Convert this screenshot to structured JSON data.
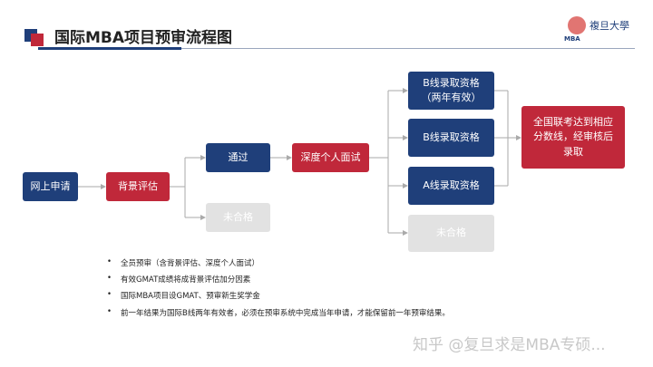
{
  "header": {
    "title": "国际MBA项目预审流程图",
    "logo_text": "复旦大学 MBA"
  },
  "flow": {
    "apply": "网上申请",
    "background": "背景评估",
    "pass": "通过",
    "fail1": "未合格",
    "interview": "深度个人面试",
    "b_two_year": "B线录取资格（两年有效）",
    "b_line": "B线录取资格",
    "a_line": "A线录取资格",
    "fail2": "未合格",
    "final": "全国联考达到相应分数线，经审核后录取"
  },
  "notes": [
    "全员预审（含背景评估、深度个人面试）",
    "有效GMAT成绩将成背景评估加分因素",
    "国际MBA项目设GMAT、预审新生奖学金",
    "前一年结果为国际B线两年有效者，必须在预审系统中完成当年申请，才能保留前一年预审结果。"
  ],
  "watermark": "知乎 @复旦求是MBA专硕...",
  "colors": {
    "blue": "#1f3f7a",
    "red": "#c0283a",
    "gray": "#e2e2e2"
  }
}
